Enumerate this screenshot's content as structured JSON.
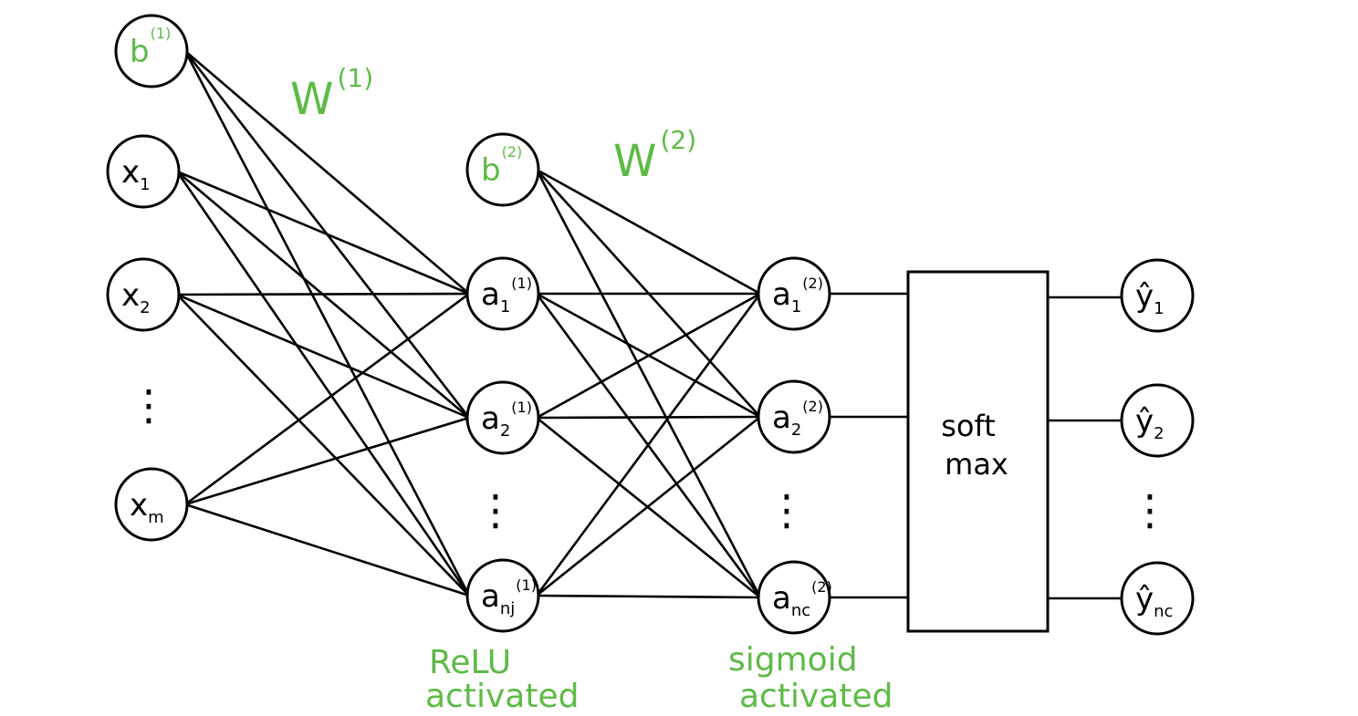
{
  "colors": {
    "ink": "#000000",
    "annotation": "#5dbb46"
  },
  "nodes": {
    "b1": {
      "base": "b",
      "sup": "(1)",
      "sub": ""
    },
    "x1": {
      "base": "x",
      "sup": "",
      "sub": "1"
    },
    "x2": {
      "base": "x",
      "sup": "",
      "sub": "2"
    },
    "xm": {
      "base": "x",
      "sup": "",
      "sub": "m"
    },
    "b2": {
      "base": "b",
      "sup": "(2)",
      "sub": ""
    },
    "a11": {
      "base": "a",
      "sup": "(1)",
      "sub": "1"
    },
    "a12": {
      "base": "a",
      "sup": "(1)",
      "sub": "2"
    },
    "a1n": {
      "base": "a",
      "sup": "(1)",
      "sub": "nj"
    },
    "a21": {
      "base": "a",
      "sup": "(2)",
      "sub": "1"
    },
    "a22": {
      "base": "a",
      "sup": "(2)",
      "sub": "2"
    },
    "a2n": {
      "base": "a",
      "sup": "(2)",
      "sub": "nc"
    },
    "y1": {
      "base": "ŷ",
      "sup": "",
      "sub": "1"
    },
    "y2": {
      "base": "ŷ",
      "sup": "",
      "sub": "2"
    },
    "yn": {
      "base": "ŷ",
      "sup": "",
      "sub": "nc"
    }
  },
  "weights": {
    "layer1": {
      "base": "W",
      "sup": "(1)"
    },
    "layer2": {
      "base": "W",
      "sup": "(2)"
    }
  },
  "softmax": {
    "line1": "soft",
    "line2": "max"
  },
  "annotations": {
    "relu": {
      "line1": "ReLU",
      "line2": "activated"
    },
    "sigmoid": {
      "line1": "sigmoid",
      "line2": "activated"
    }
  },
  "ellipsis": "⋮"
}
